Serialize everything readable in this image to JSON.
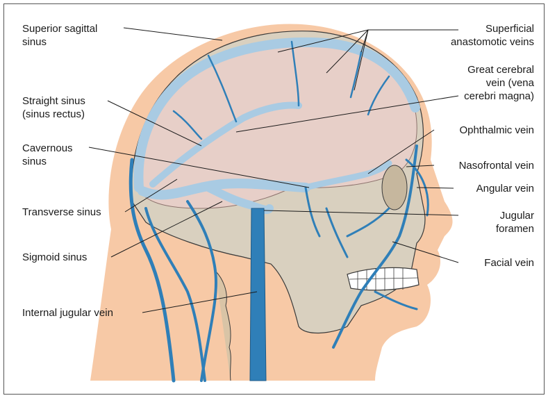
{
  "labels_left": [
    {
      "id": "superior-sagittal-sinus",
      "lines": [
        "Superior sagittal",
        "sinus"
      ]
    },
    {
      "id": "straight-sinus",
      "lines": [
        "Straight sinus",
        "(sinus rectus)"
      ]
    },
    {
      "id": "cavernous-sinus",
      "lines": [
        "Cavernous",
        "sinus"
      ]
    },
    {
      "id": "transverse-sinus",
      "lines": [
        "Transverse sinus"
      ]
    },
    {
      "id": "sigmoid-sinus",
      "lines": [
        "Sigmoid sinus"
      ]
    },
    {
      "id": "internal-jugular-vein",
      "lines": [
        "Internal jugular vein"
      ]
    }
  ],
  "labels_right": [
    {
      "id": "superficial-anastomotic-veins",
      "lines": [
        "Superficial",
        "anastomotic veins"
      ]
    },
    {
      "id": "great-cerebral-vein",
      "lines": [
        "Great cerebral",
        "vein (vena",
        "cerebri magna)"
      ]
    },
    {
      "id": "ophthalmic-vein",
      "lines": [
        "Ophthalmic vein"
      ]
    },
    {
      "id": "nasofrontal-vein",
      "lines": [
        "Nasofrontal vein"
      ]
    },
    {
      "id": "angular-vein",
      "lines": [
        "Angular vein"
      ]
    },
    {
      "id": "jugular-foramen",
      "lines": [
        "Jugular",
        "foramen"
      ]
    },
    {
      "id": "facial-vein",
      "lines": [
        "Facial vein"
      ]
    }
  ],
  "colors": {
    "skin": "#f7c9a6",
    "skull": "#d9d0bf",
    "brain": "#e8cfc9",
    "vein": "#2f7fb8",
    "sinus": "#a9cbe3",
    "outline": "#3a3a3a",
    "frame": "#555555"
  }
}
